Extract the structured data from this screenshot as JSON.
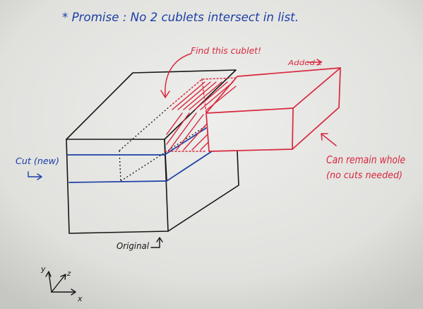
{
  "colors": {
    "board_light": "#eeeeec",
    "board_dark": "#c9c9c5",
    "black_ink": "#161616",
    "blue_ink": "#1b3fa6",
    "red_ink": "#d8283d"
  },
  "labels": {
    "promise": "* Promise : No 2 cublets intersect in list.",
    "find_cublet": "Find this cublet!",
    "added": "Added z",
    "cut_new": "Cut (new)",
    "original": "Original",
    "can_remain_line1": "Can remain whole",
    "can_remain_line2": "(no cuts needed)",
    "axis_y": "y",
    "axis_z": "z",
    "axis_x": "x"
  }
}
